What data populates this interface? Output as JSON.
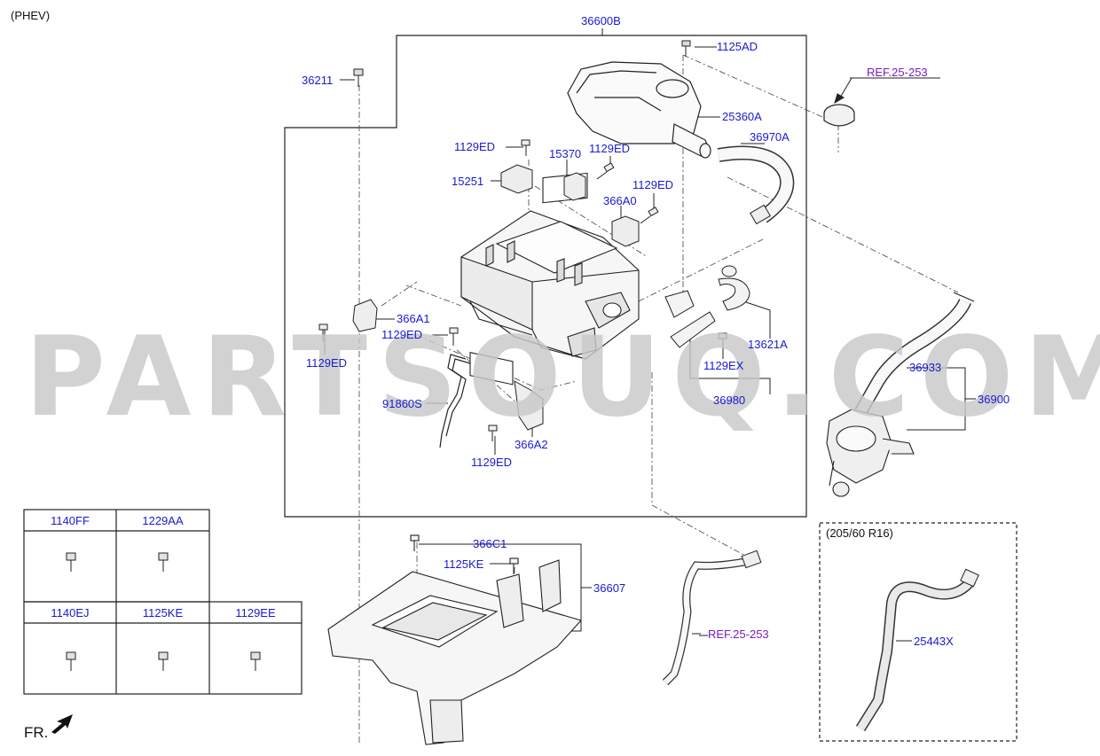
{
  "variant_label": "(PHEV)",
  "assembly_label": "36600B",
  "callouts": {
    "c1125AD": "1125AD",
    "c36211": "36211",
    "ref_top": "REF.25-253",
    "c25360A": "25360A",
    "c36970A": "36970A",
    "c1129ED_a": "1129ED",
    "c15370": "15370",
    "c1129ED_b": "1129ED",
    "c15251": "15251",
    "c1129ED_c": "1129ED",
    "c366A0": "366A0",
    "c366A1": "366A1",
    "c1129ED_d": "1129ED",
    "c1129ED_e": "1129ED",
    "c13621A": "13621A",
    "c1129EX": "1129EX",
    "c36980": "36980",
    "c36933": "36933",
    "c36900": "36900",
    "c91860S": "91860S",
    "c366A2": "366A2",
    "c1129ED_f": "1129ED",
    "c366C1": "366C1",
    "c1125KE": "1125KE",
    "c36607": "36607",
    "ref_bottom": "REF.25-253",
    "c25443X": "25443X"
  },
  "tire_box_label": "(205/60 R16)",
  "fastener_table": {
    "row1": [
      "1140FF",
      "1229AA"
    ],
    "row2": [
      "1140EJ",
      "1125KE",
      "1129EE"
    ]
  },
  "front_label": "FR.",
  "watermark": "PARTSOUQ.COM",
  "colors": {
    "callout": "#1a1ad0",
    "reference": "#7a1fb8",
    "linework": "#222222"
  }
}
